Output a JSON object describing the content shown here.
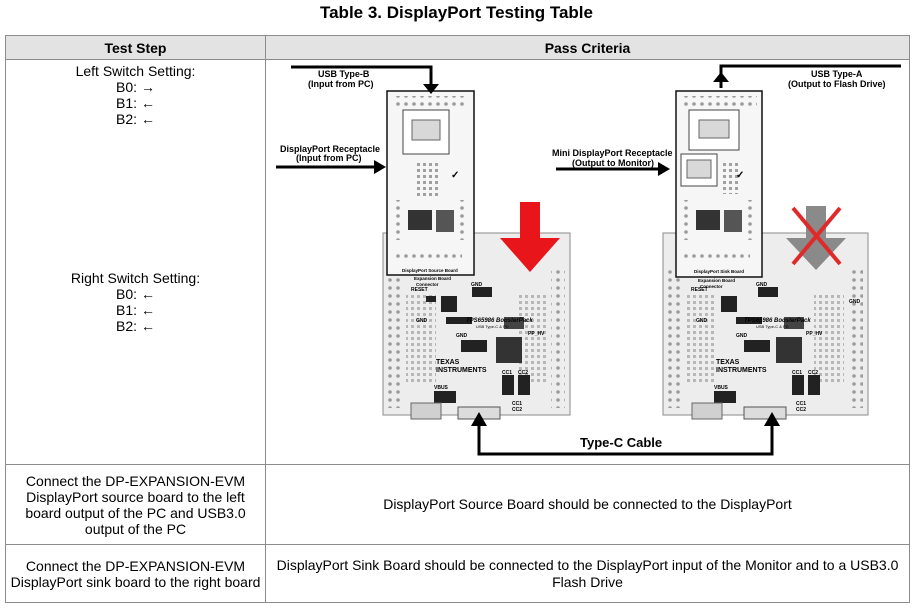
{
  "title": "Table 3. DisplayPort Testing Table",
  "headers": {
    "step": "Test Step",
    "criteria": "Pass Criteria"
  },
  "left_switch": {
    "heading": "Left Switch Setting:",
    "b0": "B0: →",
    "b1": "B1: ←",
    "b2": "B2: ←"
  },
  "right_switch": {
    "heading": "Right Switch Setting:",
    "b0": "B0: ←",
    "b1": "B1: ←",
    "b2": "B2: ←"
  },
  "figure": {
    "left_usb_label_1": "USB Type-B",
    "left_usb_label_2": "(Input from PC)",
    "left_dp_label_1": "DisplayPort Receptacle",
    "left_dp_label_2": "(Input from PC)",
    "right_usb_label_1": "USB Type-A",
    "right_usb_label_2": "(Output to Flash Drive)",
    "right_dp_label_1": "Mini DisplayPort Receptacle",
    "right_dp_label_2": "(Output to Monitor)",
    "left_small_board_label": "DisplayPort Source Board",
    "right_small_board_label": "DisplayPort Sink Board",
    "connector_label_1": "Expansion Board",
    "connector_label_2": "Connector",
    "board_name": "TPS65986 BoosterPack",
    "board_sub": "USB Type-C & PD",
    "ti_logo_1": "TEXAS",
    "ti_logo_2": "INSTRUMENTS",
    "gnd": "GND",
    "reset": "RESET",
    "pp_hv": "PP_HV",
    "vbus": "VBUS",
    "cc1": "CC1",
    "cc2": "CC2",
    "cable_label": "Type-C Cable",
    "colors": {
      "red_arrow": "#e8161b",
      "gray_arrow": "#8a8a8a",
      "red_x": "#e02a2a"
    }
  },
  "rows": [
    {
      "step": "Connect the DP-EXPANSION-EVM DisplayPort source board to the left board output of the PC and USB3.0 output of the PC",
      "criteria": "DisplayPort Source Board should be connected to the DisplayPort"
    },
    {
      "step": "Connect the DP-EXPANSION-EVM DisplayPort sink board to the right board",
      "criteria": "DisplayPort Sink Board should be connected to the DisplayPort input of the Monitor and to a USB3.0 Flash Drive"
    }
  ]
}
